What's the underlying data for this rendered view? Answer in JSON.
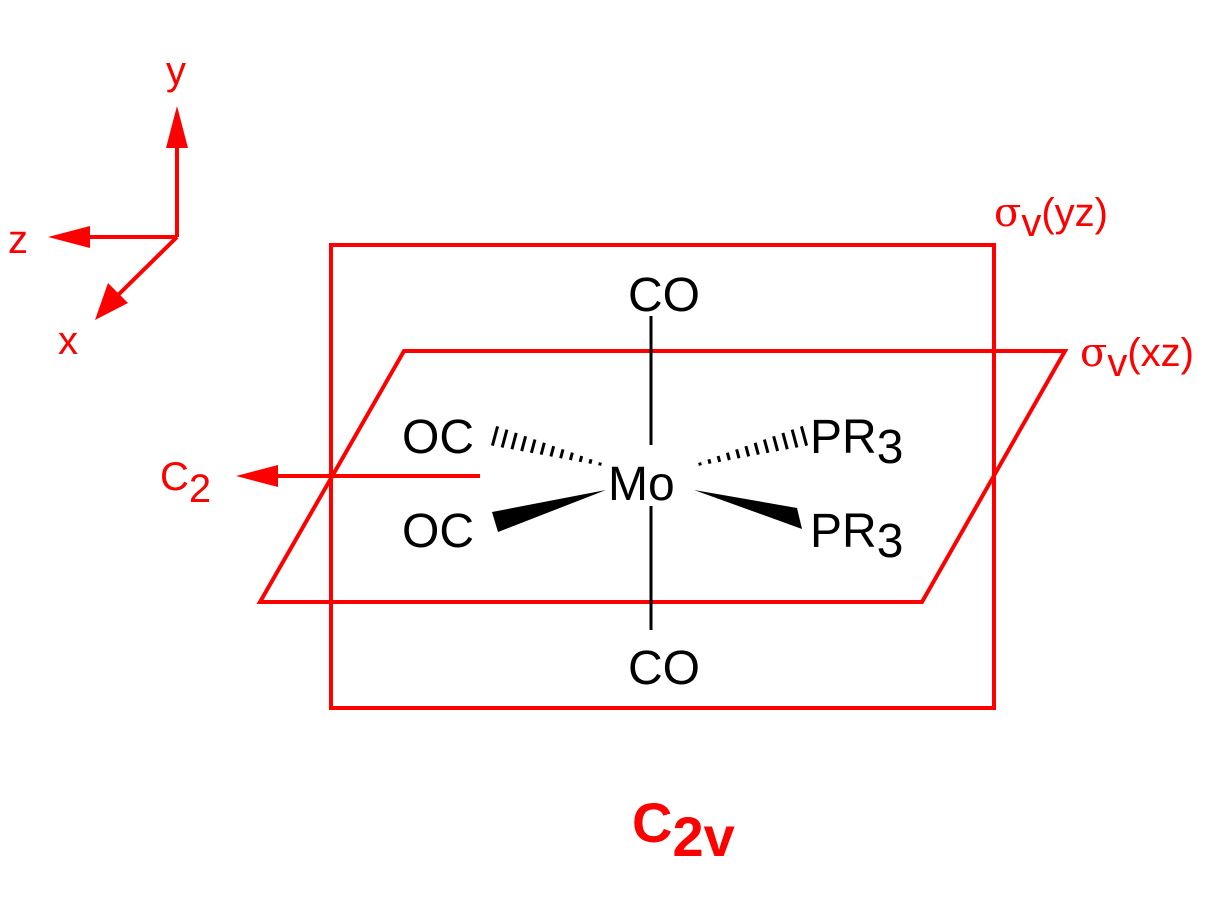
{
  "colors": {
    "symmetry": "#ff0000",
    "molecule": "#000000",
    "background": "#ffffff"
  },
  "axes": {
    "y_label": "y",
    "z_label": "z",
    "x_label": "x"
  },
  "planes": {
    "yz": {
      "symbol": "σ",
      "subscript": "v",
      "suffix": "(yz)"
    },
    "xz": {
      "symbol": "σ",
      "subscript": "v",
      "suffix": "(xz)"
    }
  },
  "rotation_axis": {
    "symbol": "C",
    "subscript": "2"
  },
  "molecule": {
    "metal": "Mo",
    "ligand_top": "CO",
    "ligand_bottom": "CO",
    "ligand_back_left": "OC",
    "ligand_front_left": "OC",
    "ligand_back_right": {
      "base": "PR",
      "subscript": "3"
    },
    "ligand_front_right": {
      "base": "PR",
      "subscript": "3"
    }
  },
  "point_group": {
    "symbol": "C",
    "subscript": "2v"
  }
}
